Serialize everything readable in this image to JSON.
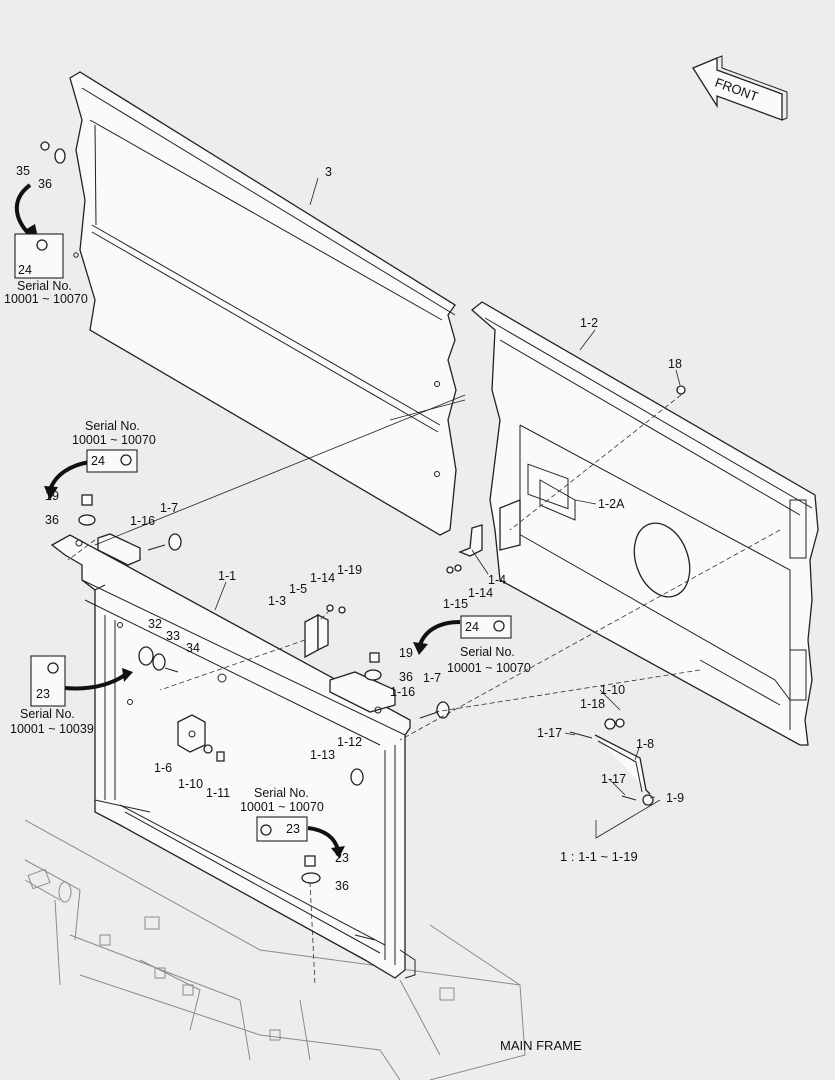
{
  "front_label": "FRONT",
  "main_frame_label": "MAIN FRAME",
  "range_note": "1 : 1-1 ~ 1-19",
  "serial_notes": [
    {
      "title": "Serial No.",
      "range": "10001 ~ 10070",
      "part": "24"
    },
    {
      "title": "Serial No.",
      "range": "10001 ~ 10070",
      "part": "24"
    },
    {
      "title": "Serial No.",
      "range": "10001 ~ 10070",
      "part": "24"
    },
    {
      "title": "Serial No.",
      "range": "10001 ~ 10039",
      "part": "23"
    },
    {
      "title": "Serial No.",
      "range": "10001 ~ 10070",
      "part": "23"
    }
  ],
  "callouts": [
    "3",
    "35",
    "36",
    "1-2",
    "18",
    "1-2A",
    "19",
    "36",
    "1-16",
    "1-7",
    "1-1",
    "1-5",
    "1-14",
    "1-19",
    "1-3",
    "1-4",
    "1-14",
    "1-15",
    "32",
    "33",
    "34",
    "19",
    "36",
    "1-7",
    "1-16",
    "1-12",
    "1-13",
    "1-6",
    "1-10",
    "1-11",
    "23",
    "36",
    "1-10",
    "1-18",
    "1-17",
    "1-8",
    "1-17",
    "1-9"
  ]
}
